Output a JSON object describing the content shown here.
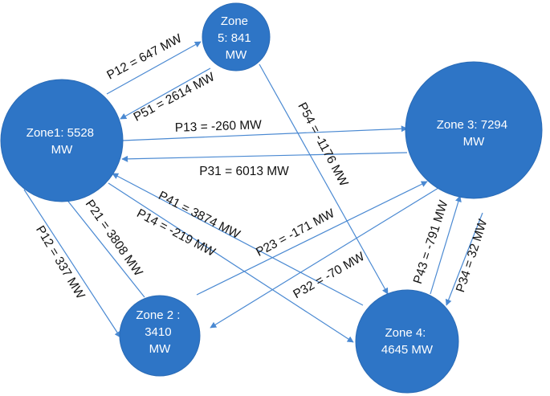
{
  "zones": [
    {
      "id": "zone-1",
      "lines": [
        "Zone1: 5528",
        "MW"
      ]
    },
    {
      "id": "zone-5",
      "lines": [
        "Zone",
        "5: 841",
        "MW"
      ]
    },
    {
      "id": "zone-3",
      "lines": [
        "Zone 3: 7294",
        "MW"
      ]
    },
    {
      "id": "zone-2",
      "lines": [
        "Zone 2 :",
        "3410",
        "MW"
      ]
    },
    {
      "id": "zone-4",
      "lines": [
        "Zone 4:",
        "4645 MW"
      ]
    }
  ],
  "flows": [
    {
      "id": "p12-top",
      "label": "P12 = 647 MW"
    },
    {
      "id": "p51",
      "label": "P51 = 2614 MW"
    },
    {
      "id": "p13",
      "label": "P13 = -260 MW"
    },
    {
      "id": "p31",
      "label": "P31 = 6013 MW"
    },
    {
      "id": "p54",
      "label": "P54 = -1176 MW"
    },
    {
      "id": "p41",
      "label": "P41 = 3874 MW"
    },
    {
      "id": "p14",
      "label": "P14 = -219 MW"
    },
    {
      "id": "p21",
      "label": "P21 = 3808 MW"
    },
    {
      "id": "p12-left",
      "label": "P12 = 337 MW"
    },
    {
      "id": "p23",
      "label": "P23 = -171 MW"
    },
    {
      "id": "p32",
      "label": "P32 = -70 MW"
    },
    {
      "id": "p43",
      "label": "P43 = -791 MW"
    },
    {
      "id": "p34",
      "label": "P34 = 32 MW"
    }
  ],
  "colors": {
    "zone_fill": "#2e75c6",
    "arrow": "#4a89d2",
    "label_text": "#111111"
  }
}
